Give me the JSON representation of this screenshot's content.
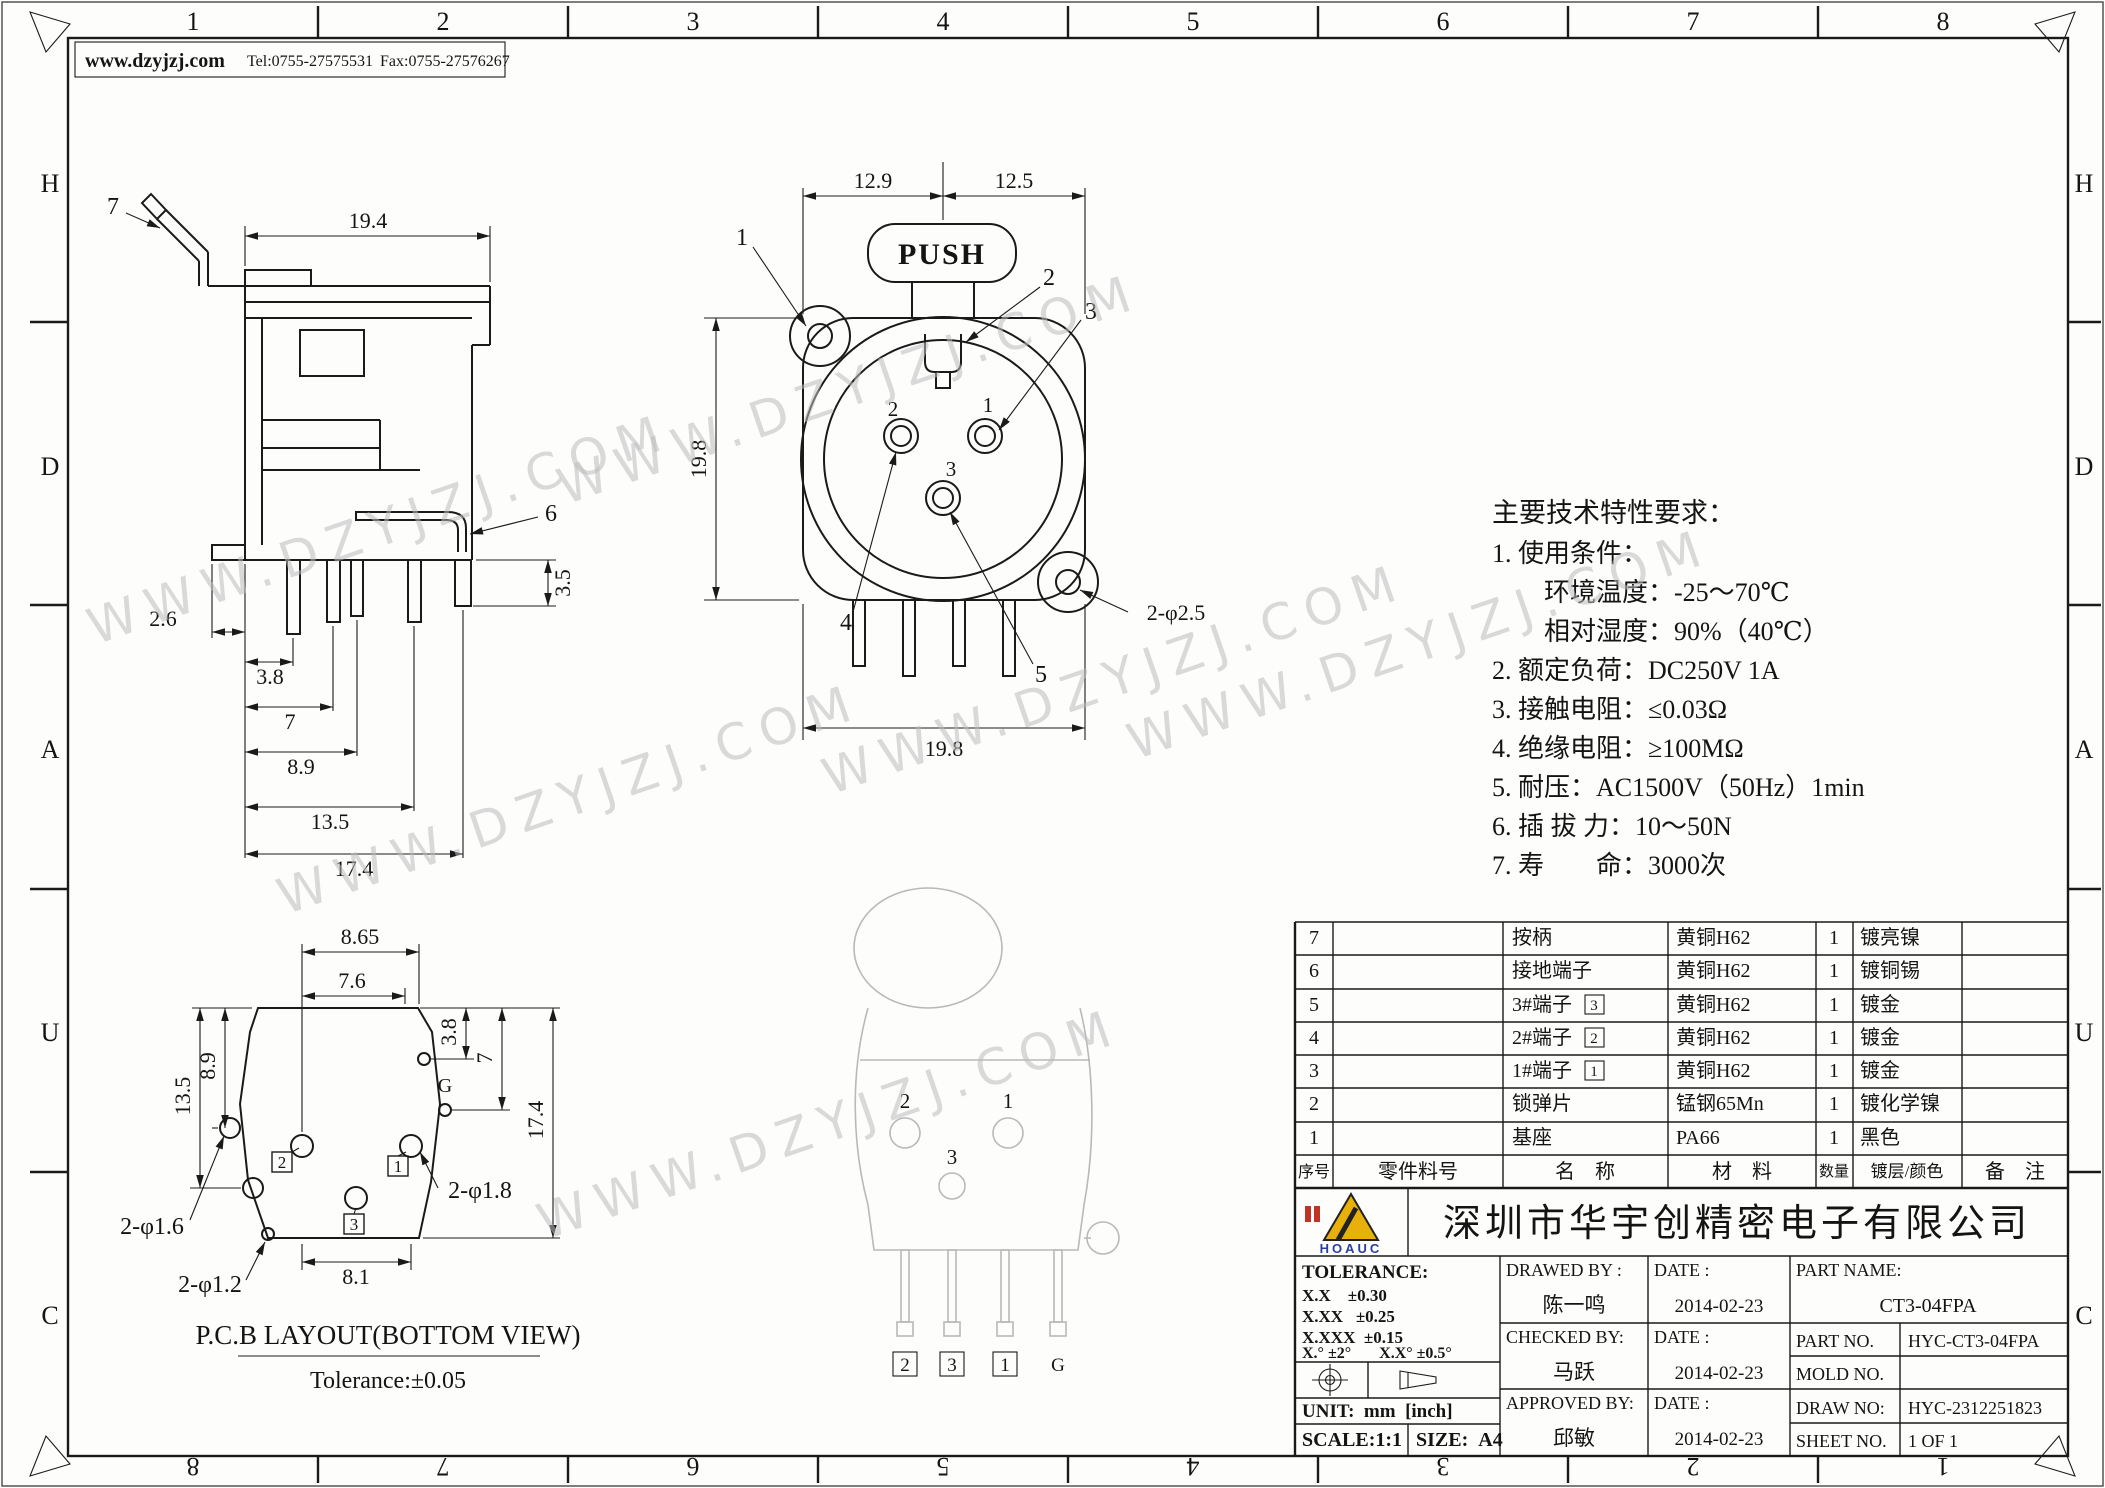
{
  "page": {
    "website": "www.dzyjzj.com",
    "tel": "Tel:0755-27575531",
    "fax": "Fax:0755-27576267"
  },
  "watermark": "WWW.DZYJZJ.COM",
  "frame": {
    "top": [
      "1",
      "2",
      "3",
      "4",
      "5",
      "6",
      "7",
      "8"
    ],
    "bottom": [
      "8",
      "7",
      "6",
      "5",
      "4",
      "3",
      "2",
      "1"
    ],
    "left": [
      "H",
      "D",
      "A",
      "U",
      "C"
    ],
    "right": [
      "H",
      "D",
      "A",
      "U",
      "C"
    ]
  },
  "side_view": {
    "callout_7": "7",
    "callout_6": "6",
    "dim_19_4": "19.4",
    "dim_2_6": "2.6",
    "dim_3_8": "3.8",
    "dim_7": "7",
    "dim_8_9": "8.9",
    "dim_13_5": "13.5",
    "dim_17_4": "17.4",
    "dim_3_5": "3.5"
  },
  "front_view": {
    "push": "PUSH",
    "dim_12_9": "12.9",
    "dim_12_5": "12.5",
    "dim_19_8_v": "19.8",
    "dim_19_8_h": "19.8",
    "dim_holes": "2-φ2.5",
    "callout_1": "1",
    "callout_2": "2",
    "callout_3": "3",
    "callout_4": "4",
    "callout_5": "5",
    "pin_2": "2",
    "pin_1": "1",
    "pin_3": "3"
  },
  "pcb_view": {
    "dim_8_65": "8.65",
    "dim_7_6": "7.6",
    "dim_8_9": "8.9",
    "dim_13_5": "13.5",
    "dim_3_8": "3.8",
    "dim_7": "7",
    "dim_17_4": "17.4",
    "dim_8_1": "8.1",
    "label_2_phi_1_6": "2-φ1.6",
    "label_2_phi_1_2": "2-φ1.2",
    "label_2_phi_1_8": "2-φ1.8",
    "pad_g": "G",
    "pad_2": "2",
    "pad_1": "1",
    "pad_3": "3",
    "caption": "P.C.B LAYOUT(BOTTOM VIEW)",
    "tolerance": "Tolerance:±0.05"
  },
  "ghost_view": {
    "pin_2": "2",
    "pin_3": "3",
    "pin_1": "1",
    "pad_2": "2",
    "pad_3": "3",
    "pad_1": "1",
    "pad_g": "G"
  },
  "tech": {
    "title": "主要技术特性要求：",
    "lines": [
      "1. 使用条件：",
      "环境温度：-25～70℃",
      "相对湿度：90%（40℃）",
      "2. 额定负荷：DC250V 1A",
      "3. 接触电阻：≤0.03Ω",
      "4. 绝缘电阻：≥100MΩ",
      "5. 耐压：AC1500V（50Hz）1min",
      "6. 插 拔 力：10～50N",
      "7. 寿　　命：3000次"
    ]
  },
  "bom": {
    "headers": {
      "seq": "序号",
      "code": "零件料号",
      "name": "名　称",
      "material": "材　料",
      "qty": "数量",
      "finish": "镀层/颜色",
      "remark": "备　注"
    },
    "rows": [
      {
        "seq": "7",
        "code": "",
        "name": "按柄",
        "box": "",
        "material": "黄铜H62",
        "qty": "1",
        "finish": "镀亮镍",
        "remark": ""
      },
      {
        "seq": "6",
        "code": "",
        "name": "接地端子",
        "box": "",
        "material": "黄铜H62",
        "qty": "1",
        "finish": "镀铜锡",
        "remark": ""
      },
      {
        "seq": "5",
        "code": "",
        "name": "3#端子",
        "box": "3",
        "material": "黄铜H62",
        "qty": "1",
        "finish": "镀金",
        "remark": ""
      },
      {
        "seq": "4",
        "code": "",
        "name": "2#端子",
        "box": "2",
        "material": "黄铜H62",
        "qty": "1",
        "finish": "镀金",
        "remark": ""
      },
      {
        "seq": "3",
        "code": "",
        "name": "1#端子",
        "box": "1",
        "material": "黄铜H62",
        "qty": "1",
        "finish": "镀金",
        "remark": ""
      },
      {
        "seq": "2",
        "code": "",
        "name": "锁弹片",
        "box": "",
        "material": "锰钢65Mn",
        "qty": "1",
        "finish": "镀化学镍",
        "remark": ""
      },
      {
        "seq": "1",
        "code": "",
        "name": "基座",
        "box": "",
        "material": "PA66",
        "qty": "1",
        "finish": "黑色",
        "remark": ""
      }
    ]
  },
  "title_block": {
    "logo_text": "HOAUC",
    "company": "深圳市华宇创精密电子有限公司",
    "tolerance_title": "TOLERANCE:",
    "tol_1": "X.X    ±0.30",
    "tol_2": "X.XX   ±0.25",
    "tol_3": "X.XXX  ±0.15",
    "tol_angle": "X.° ±2°       X.X° ±0.5°",
    "unit": "UNIT:  mm  [inch]",
    "scale": "SCALE:1:1",
    "size": "SIZE:  A4",
    "drawn_label": "DRAWED BY :",
    "drawn_name": "陈一鸣",
    "drawn_date": "2014-02-23",
    "checked_label": "CHECKED BY:",
    "checked_name": "马跃",
    "checked_date": "2014-02-23",
    "approved_label": "APPROVED BY:",
    "approved_name": "邱敏",
    "approved_date": "2014-02-23",
    "date_label": "DATE :",
    "part_name_label": "PART NAME:",
    "part_name": "CT3-04FPA",
    "part_no_label": "PART NO.",
    "part_no": "HYC-CT3-04FPA",
    "mold_no_label": "MOLD NO.",
    "mold_no": "",
    "draw_no_label": "DRAW NO:",
    "draw_no": "HYC-2312251823",
    "sheet_no_label": "SHEET NO.",
    "sheet_no": "1 OF 1"
  }
}
